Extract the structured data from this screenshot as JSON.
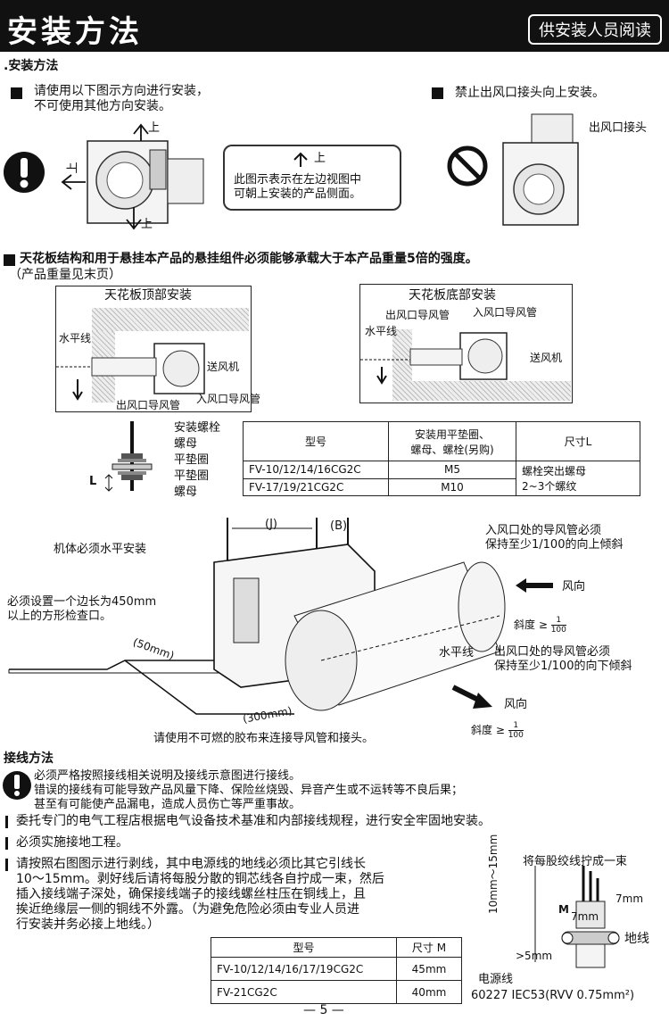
{
  "header": {
    "title": "安装方法",
    "badge": "供安装人员阅读"
  },
  "install": {
    "heading": ".安装方法",
    "note1_line1": "请使用以下图示方向进行安装，",
    "note1_line2": "不可使用其他方向安装。",
    "note2": "禁止出风口接头向上安装。",
    "up_label": "上",
    "side_note_up": "上",
    "side_note_line1": "此图示表示在左边视图中",
    "side_note_line2": "可朝上安装的产品侧面。",
    "outlet_joint": "出风口接头",
    "ceiling_note_line1": "天花板结构和用于悬挂本产品的悬挂组件必须能够承载大于本产品重量5倍的强度。",
    "ceiling_note_line2": "（产品重量见末页）"
  },
  "ceiling_top": {
    "title": "天花板顶部安装",
    "horizontal": "水平线",
    "fan": "送风机",
    "outlet_duct": "出风口导风管",
    "inlet_duct": "入风口导风管"
  },
  "ceiling_bottom": {
    "title": "天花板底部安装",
    "outlet_duct": "出风口导风管",
    "inlet_duct": "入风口导风管",
    "horizontal": "水平线",
    "fan": "送风机"
  },
  "bolt": {
    "labels": [
      "安装螺栓",
      "螺母",
      "平垫圈",
      "平垫圈",
      "螺母"
    ],
    "dim": "L"
  },
  "spec_table": {
    "headers": [
      "型号",
      "安装用平垫圈、\n螺母、螺栓(另购)",
      "尺寸L"
    ],
    "rows": [
      [
        "FV-10/12/14/16CG2C",
        "M5"
      ],
      [
        "FV-17/19/21CG2C",
        "M10"
      ]
    ],
    "size_note_line1": "螺栓突出螺母",
    "size_note_line2": "2~3个螺纹"
  },
  "main_diagram": {
    "j_label": "(J)",
    "b_label": "(B)",
    "level_note": "机体必须水平安装",
    "inspect_line1": "必须设置一个边长为450mm",
    "inspect_line2": "以上的方形检查口。",
    "dim50": "(50mm)",
    "dim300": "(300mm)",
    "inlet_note_line1": "入风口处的导风管必须",
    "inlet_note_line2": "保持至少1/100的向上倾斜",
    "wind_dir": "风向",
    "slope": "斜度 ≥",
    "slope_num": "1",
    "slope_den": "100",
    "horizontal": "水平线",
    "outlet_note_line1": "出风口处的导风管必须",
    "outlet_note_line2": "保持至少1/100的向下倾斜",
    "wind_dir2": "风向",
    "slope2": "斜度 ≥",
    "tape_note": "请使用不可燃的胶布来连接导风管和接头。"
  },
  "wiring": {
    "heading": "接线方法",
    "warn_line1": "必须严格按照接线相关说明及接线示意图进行接线。",
    "warn_line2": "错误的接线有可能导致产品风量下降、保险丝烧毁、异音产生或不运转等不良后果；",
    "warn_line3": "甚至有可能使产品漏电，造成人员伤亡等严重事故。",
    "item1": "委托专门的电气工程店根据电气设备技术基准和内部接线规程，进行安全牢固地安装。",
    "item2": "必须实施接地工程。",
    "item3_lines": [
      "请按照右图图示进行剥线，其中电源线的地线必须比其它引线长",
      "10～15mm。剥好线后请将每股分散的铜芯线各自拧成一束，然后",
      "插入接线端子深处，确保接线端子的接线螺丝柱压在铜线上，且",
      "挨近绝缘层一侧的铜线不外露。（为避免危险必须由专业人员进",
      "行安装并务必接上地线。）"
    ],
    "twist_note": "将每股绞线拧成一束",
    "dim_10_15": "10mm～15mm",
    "dim_m": "M",
    "dim_7a": "7mm",
    "dim_7b": "7mm",
    "dim_5": ">5mm",
    "ground": "地线",
    "power": "电源线",
    "cable_spec": "60227 IEC53(RVV 0.75mm²)"
  },
  "wire_table": {
    "headers": [
      "型号",
      "尺寸 M"
    ],
    "rows": [
      [
        "FV-10/12/14/16/17/19CG2C",
        "45mm"
      ],
      [
        "FV-21CG2C",
        "40mm"
      ]
    ]
  },
  "page_number": "— 5 —"
}
